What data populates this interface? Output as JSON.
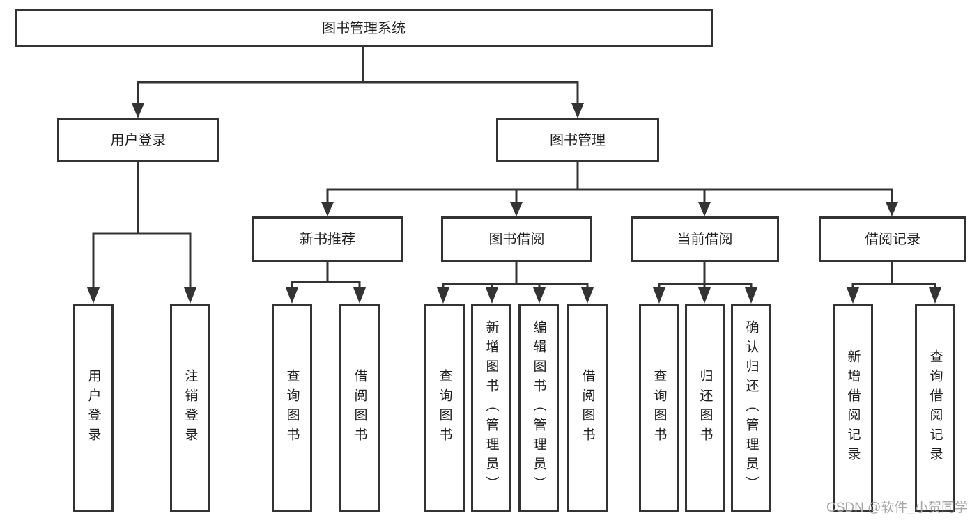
{
  "tree": {
    "label": "图书管理系统",
    "children": [
      {
        "label": "用户登录",
        "children": [
          {
            "label": "用户登录"
          },
          {
            "label": "注销登录"
          }
        ]
      },
      {
        "label": "图书管理",
        "children": [
          {
            "label": "新书推荐",
            "children": [
              {
                "label": "查询图书"
              },
              {
                "label": "借阅图书"
              }
            ]
          },
          {
            "label": "图书借阅",
            "children": [
              {
                "label": "查询图书"
              },
              {
                "label": "新增图书（管理员）"
              },
              {
                "label": "编辑图书（管理员）"
              },
              {
                "label": "借阅图书"
              }
            ]
          },
          {
            "label": "当前借阅",
            "children": [
              {
                "label": "查询图书"
              },
              {
                "label": "归还图书"
              },
              {
                "label": "确认归还（管理员）"
              }
            ]
          },
          {
            "label": "借阅记录",
            "children": [
              {
                "label": "新增借阅记录"
              },
              {
                "label": "查询借阅记录"
              }
            ]
          }
        ]
      }
    ]
  },
  "watermark": {
    "text": "CSDN @软件_小贺同学"
  },
  "colors": {
    "line": "#333333",
    "box_border": "#333333",
    "text": "#1f1f1f",
    "watermark": "#a6a6a6",
    "background": "#ffffff"
  }
}
